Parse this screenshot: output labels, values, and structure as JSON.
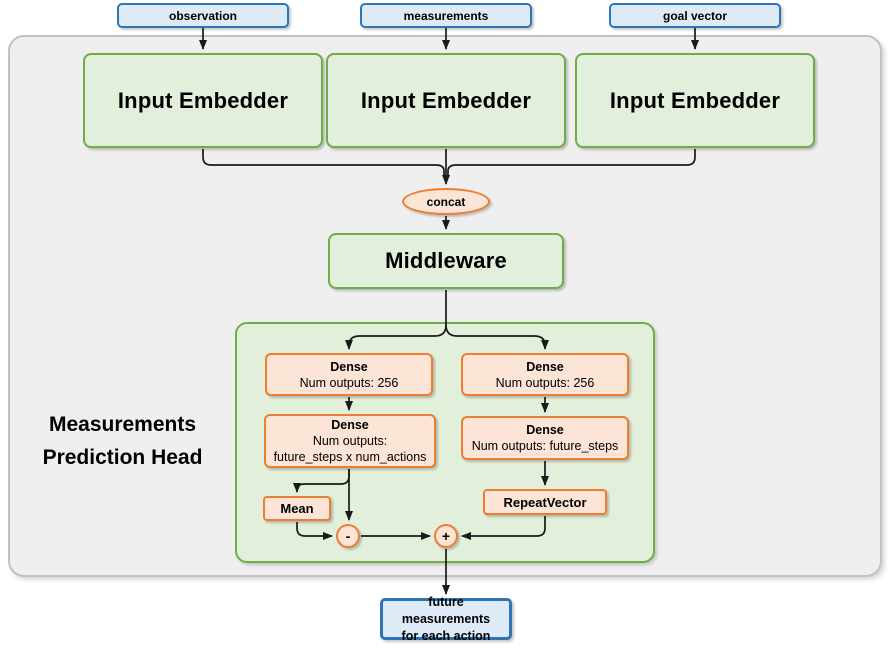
{
  "nodes": {
    "inputs": [
      "observation",
      "measurements",
      "goal vector"
    ],
    "embedders": [
      "Input Embedder",
      "Input Embedder",
      "Input Embedder"
    ],
    "concat": "concat",
    "middleware": "Middleware",
    "head_title": [
      "Measurements",
      "Prediction Head"
    ],
    "dense_left_1": {
      "name": "Dense",
      "detail": "Num outputs: 256"
    },
    "dense_right_1": {
      "name": "Dense",
      "detail": "Num outputs: 256"
    },
    "dense_left_2": {
      "name": "Dense",
      "detail": "Num outputs:",
      "detail2": "future_steps x num_actions"
    },
    "dense_right_2": {
      "name": "Dense",
      "detail": "Num outputs: future_steps"
    },
    "mean": "Mean",
    "repeat_vector": "RepeatVector",
    "minus": "-",
    "plus": "+",
    "output": [
      "future measurements",
      "for each action"
    ]
  },
  "colors": {
    "blue_border": "#2e75b6",
    "blue_fill": "#deebf7",
    "green_border": "#70ad47",
    "green_fill": "#e2efda",
    "orange_border": "#ed7d31",
    "orange_fill": "#fce4d6",
    "outer_fill": "#efefef",
    "outer_border": "#c2c2c2",
    "edge": "#1a1a1a"
  }
}
